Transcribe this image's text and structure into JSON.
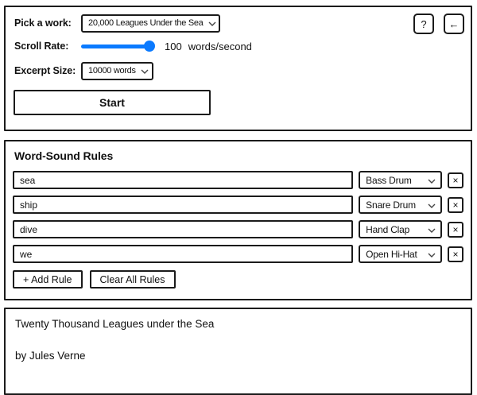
{
  "colors": {
    "accent": "#0a7aff",
    "border": "#1b1b1b",
    "background": "#ffffff"
  },
  "controls_panel": {
    "pick_label": "Pick a work:",
    "pick_value": "20,000 Leagues Under the Sea",
    "scroll_label": "Scroll Rate:",
    "scroll_value": "100",
    "scroll_unit": "words/second",
    "excerpt_label": "Excerpt Size:",
    "excerpt_value": "10000 words",
    "help_button": "?",
    "back_button": "←",
    "start_button": "Start"
  },
  "rules_panel": {
    "title": "Word-Sound Rules",
    "rules": [
      {
        "word": "sea",
        "sound": "Bass Drum"
      },
      {
        "word": "ship",
        "sound": "Snare Drum"
      },
      {
        "word": "dive",
        "sound": "Hand Clap"
      },
      {
        "word": "we",
        "sound": "Open Hi-Hat"
      }
    ],
    "remove_label": "×",
    "add_rule_button": "+ Add Rule",
    "clear_all_button": "Clear All Rules"
  },
  "reader_panel": {
    "title": "Twenty Thousand Leagues under the Sea",
    "author": "by Jules Verne"
  }
}
